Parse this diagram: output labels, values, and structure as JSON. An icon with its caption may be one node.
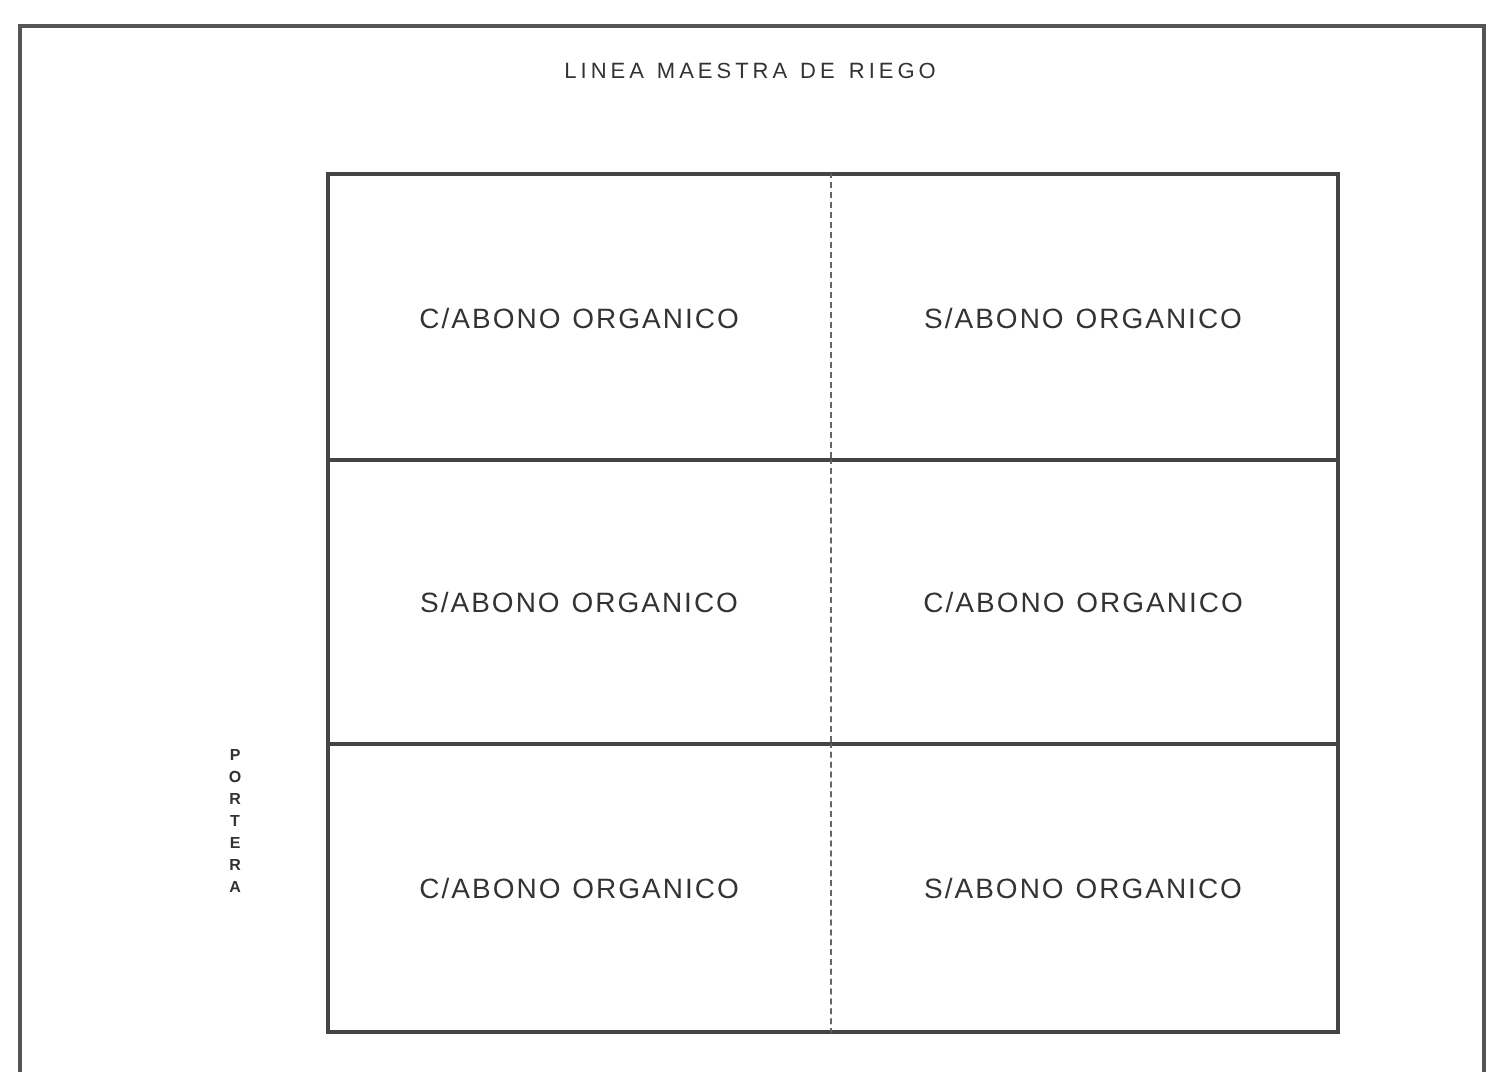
{
  "diagram": {
    "nodes": [
      {
        "text": [
          "C/ABONO ORGANICO"
        ]
      },
      {
        "text": [
          "S/ABONO ORGANICO"
        ]
      },
      {
        "text": [
          "S/ABONO ORGANICO"
        ]
      },
      {
        "text": [
          "C/ABONO ORGANICO"
        ]
      },
      {
        "text": [
          "C/ABONO ORGANICO"
        ]
      },
      {
        "text": [
          "S/ABONO ORGANICO"
        ]
      }
    ],
    "edges": [],
    "labels": [
      "LINEA MAESTRA DE RIEGO",
      "PORTERA"
    ]
  }
}
